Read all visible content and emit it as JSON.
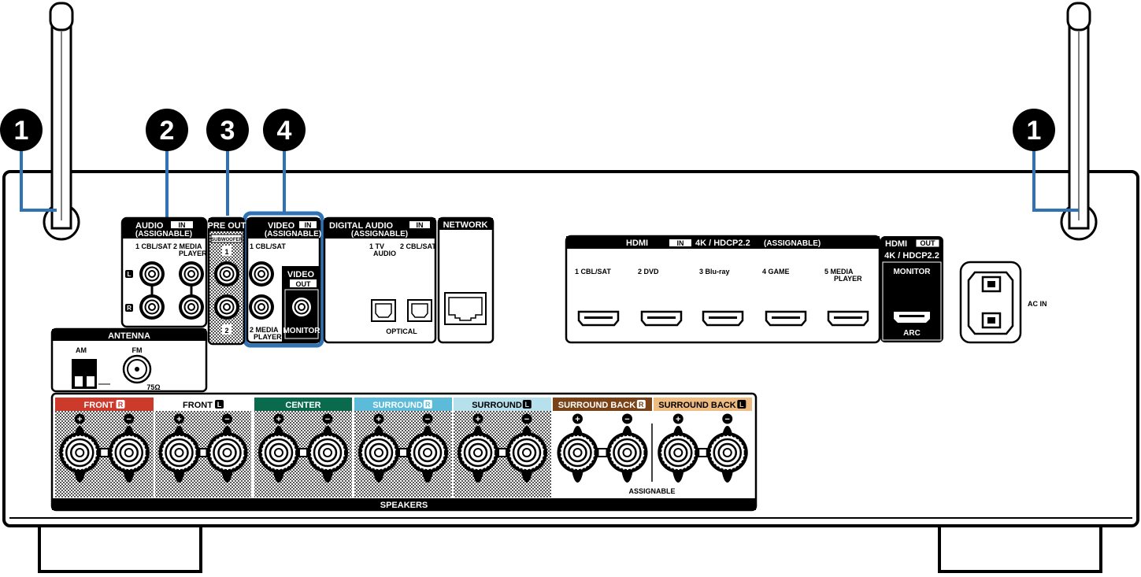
{
  "callouts": {
    "c1": "1",
    "c2": "2",
    "c3": "3",
    "c4": "4",
    "c1b": "1"
  },
  "colors": {
    "callout_line": "#2f73b5",
    "front_r": "#cc3a2c",
    "center": "#0a6a4c",
    "surround_r": "#5bbbd9",
    "surround_l": "#b5e0ec",
    "surround_back_r": "#7a4317",
    "surround_back_l": "#eebb80"
  },
  "audio_in": {
    "title": "AUDIO",
    "in": "IN",
    "sub": "(ASSIGNABLE)",
    "ch1": "1 CBL/SAT",
    "ch2a": "2  MEDIA",
    "ch2b": "PLAYER",
    "l": "L",
    "r": "R"
  },
  "pre_out": {
    "title": "PRE OUT",
    "sub": "SUBWOOFER",
    "n1": "1",
    "n2": "2"
  },
  "video_in": {
    "title": "VIDEO",
    "in": "IN",
    "sub": "(ASSIGNABLE)",
    "ch1": "1 CBL/SAT",
    "ch2a": "2  MEDIA",
    "ch2b": "PLAYER"
  },
  "video_out": {
    "title": "VIDEO",
    "out": "OUT",
    "monitor": "MONITOR"
  },
  "digital_audio": {
    "title": "DIGITAL AUDIO",
    "in": "IN",
    "sub": "(ASSIGNABLE)",
    "ch1a": "1   TV",
    "ch1b": "AUDIO",
    "ch2": "2 CBL/SAT",
    "optical": "OPTICAL"
  },
  "network": {
    "title": "NETWORK"
  },
  "antenna": {
    "title": "ANTENNA",
    "am": "AM",
    "fm": "FM",
    "ohm": "75Ω"
  },
  "hdmi_in": {
    "title": "HDMI",
    "in": "IN",
    "spec": "4K / HDCP2.2",
    "sub": "(ASSIGNABLE)",
    "inputs": [
      {
        "label": "1  CBL/SAT"
      },
      {
        "label": "2  DVD"
      },
      {
        "label": "3  Blu-ray"
      },
      {
        "label": "4  GAME"
      },
      {
        "label": "5  MEDIA",
        "label2": "PLAYER"
      }
    ]
  },
  "hdmi_out": {
    "title": "HDMI",
    "out": "OUT",
    "spec": "4K / HDCP2.2",
    "monitor": "MONITOR",
    "arc": "ARC"
  },
  "ac_in": {
    "label": "AC IN"
  },
  "speakers": {
    "title": "SPEAKERS",
    "assignable": "ASSIGNABLE",
    "plus": "+",
    "minus": "−",
    "channels": [
      {
        "name": "FRONT",
        "side": "R"
      },
      {
        "name": "FRONT",
        "side": "L"
      },
      {
        "name": "CENTER",
        "side": ""
      },
      {
        "name": "SURROUND",
        "side": "R"
      },
      {
        "name": "SURROUND",
        "side": "L"
      },
      {
        "name": "SURROUND BACK",
        "side": "R"
      },
      {
        "name": "SURROUND BACK",
        "side": "L"
      }
    ]
  }
}
